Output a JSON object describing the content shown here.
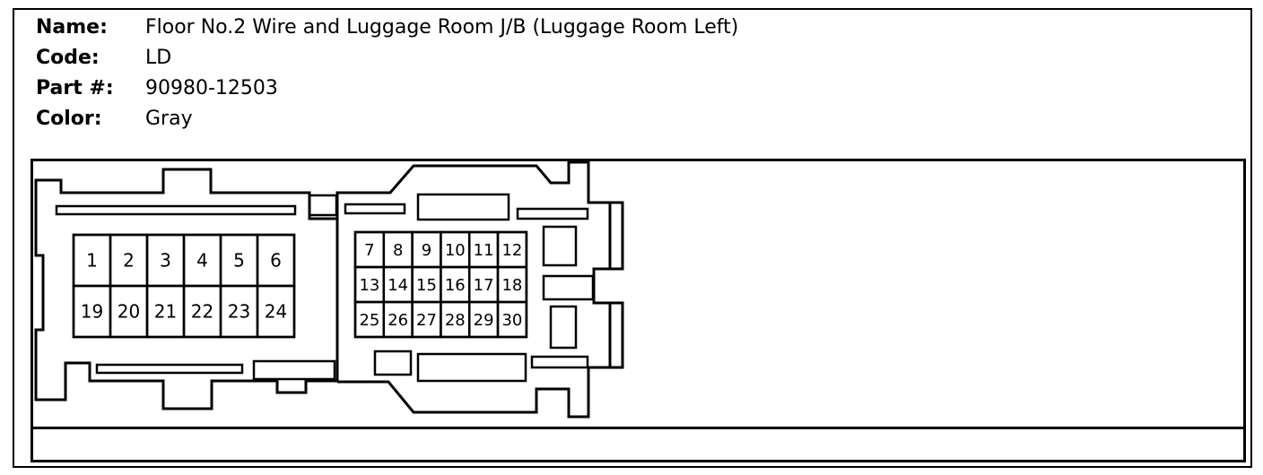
{
  "info": {
    "name_label": "Name:",
    "name_value": "Floor No.2 Wire and Luggage Room J/B (Luggage Room Left)",
    "code_label": "Code:",
    "code_value": "LD",
    "part_label": "Part #:",
    "part_value": "90980-12503",
    "color_label": "Color:",
    "color_value": "Gray"
  },
  "connector": {
    "left_block": {
      "rows": [
        [
          "1",
          "2",
          "3",
          "4",
          "5",
          "6"
        ],
        [
          "19",
          "20",
          "21",
          "22",
          "23",
          "24"
        ]
      ]
    },
    "right_block": {
      "rows": [
        [
          "7",
          "8",
          "9",
          "10",
          "11",
          "12"
        ],
        [
          "13",
          "14",
          "15",
          "16",
          "17",
          "18"
        ],
        [
          "25",
          "26",
          "27",
          "28",
          "29",
          "30"
        ]
      ]
    }
  }
}
